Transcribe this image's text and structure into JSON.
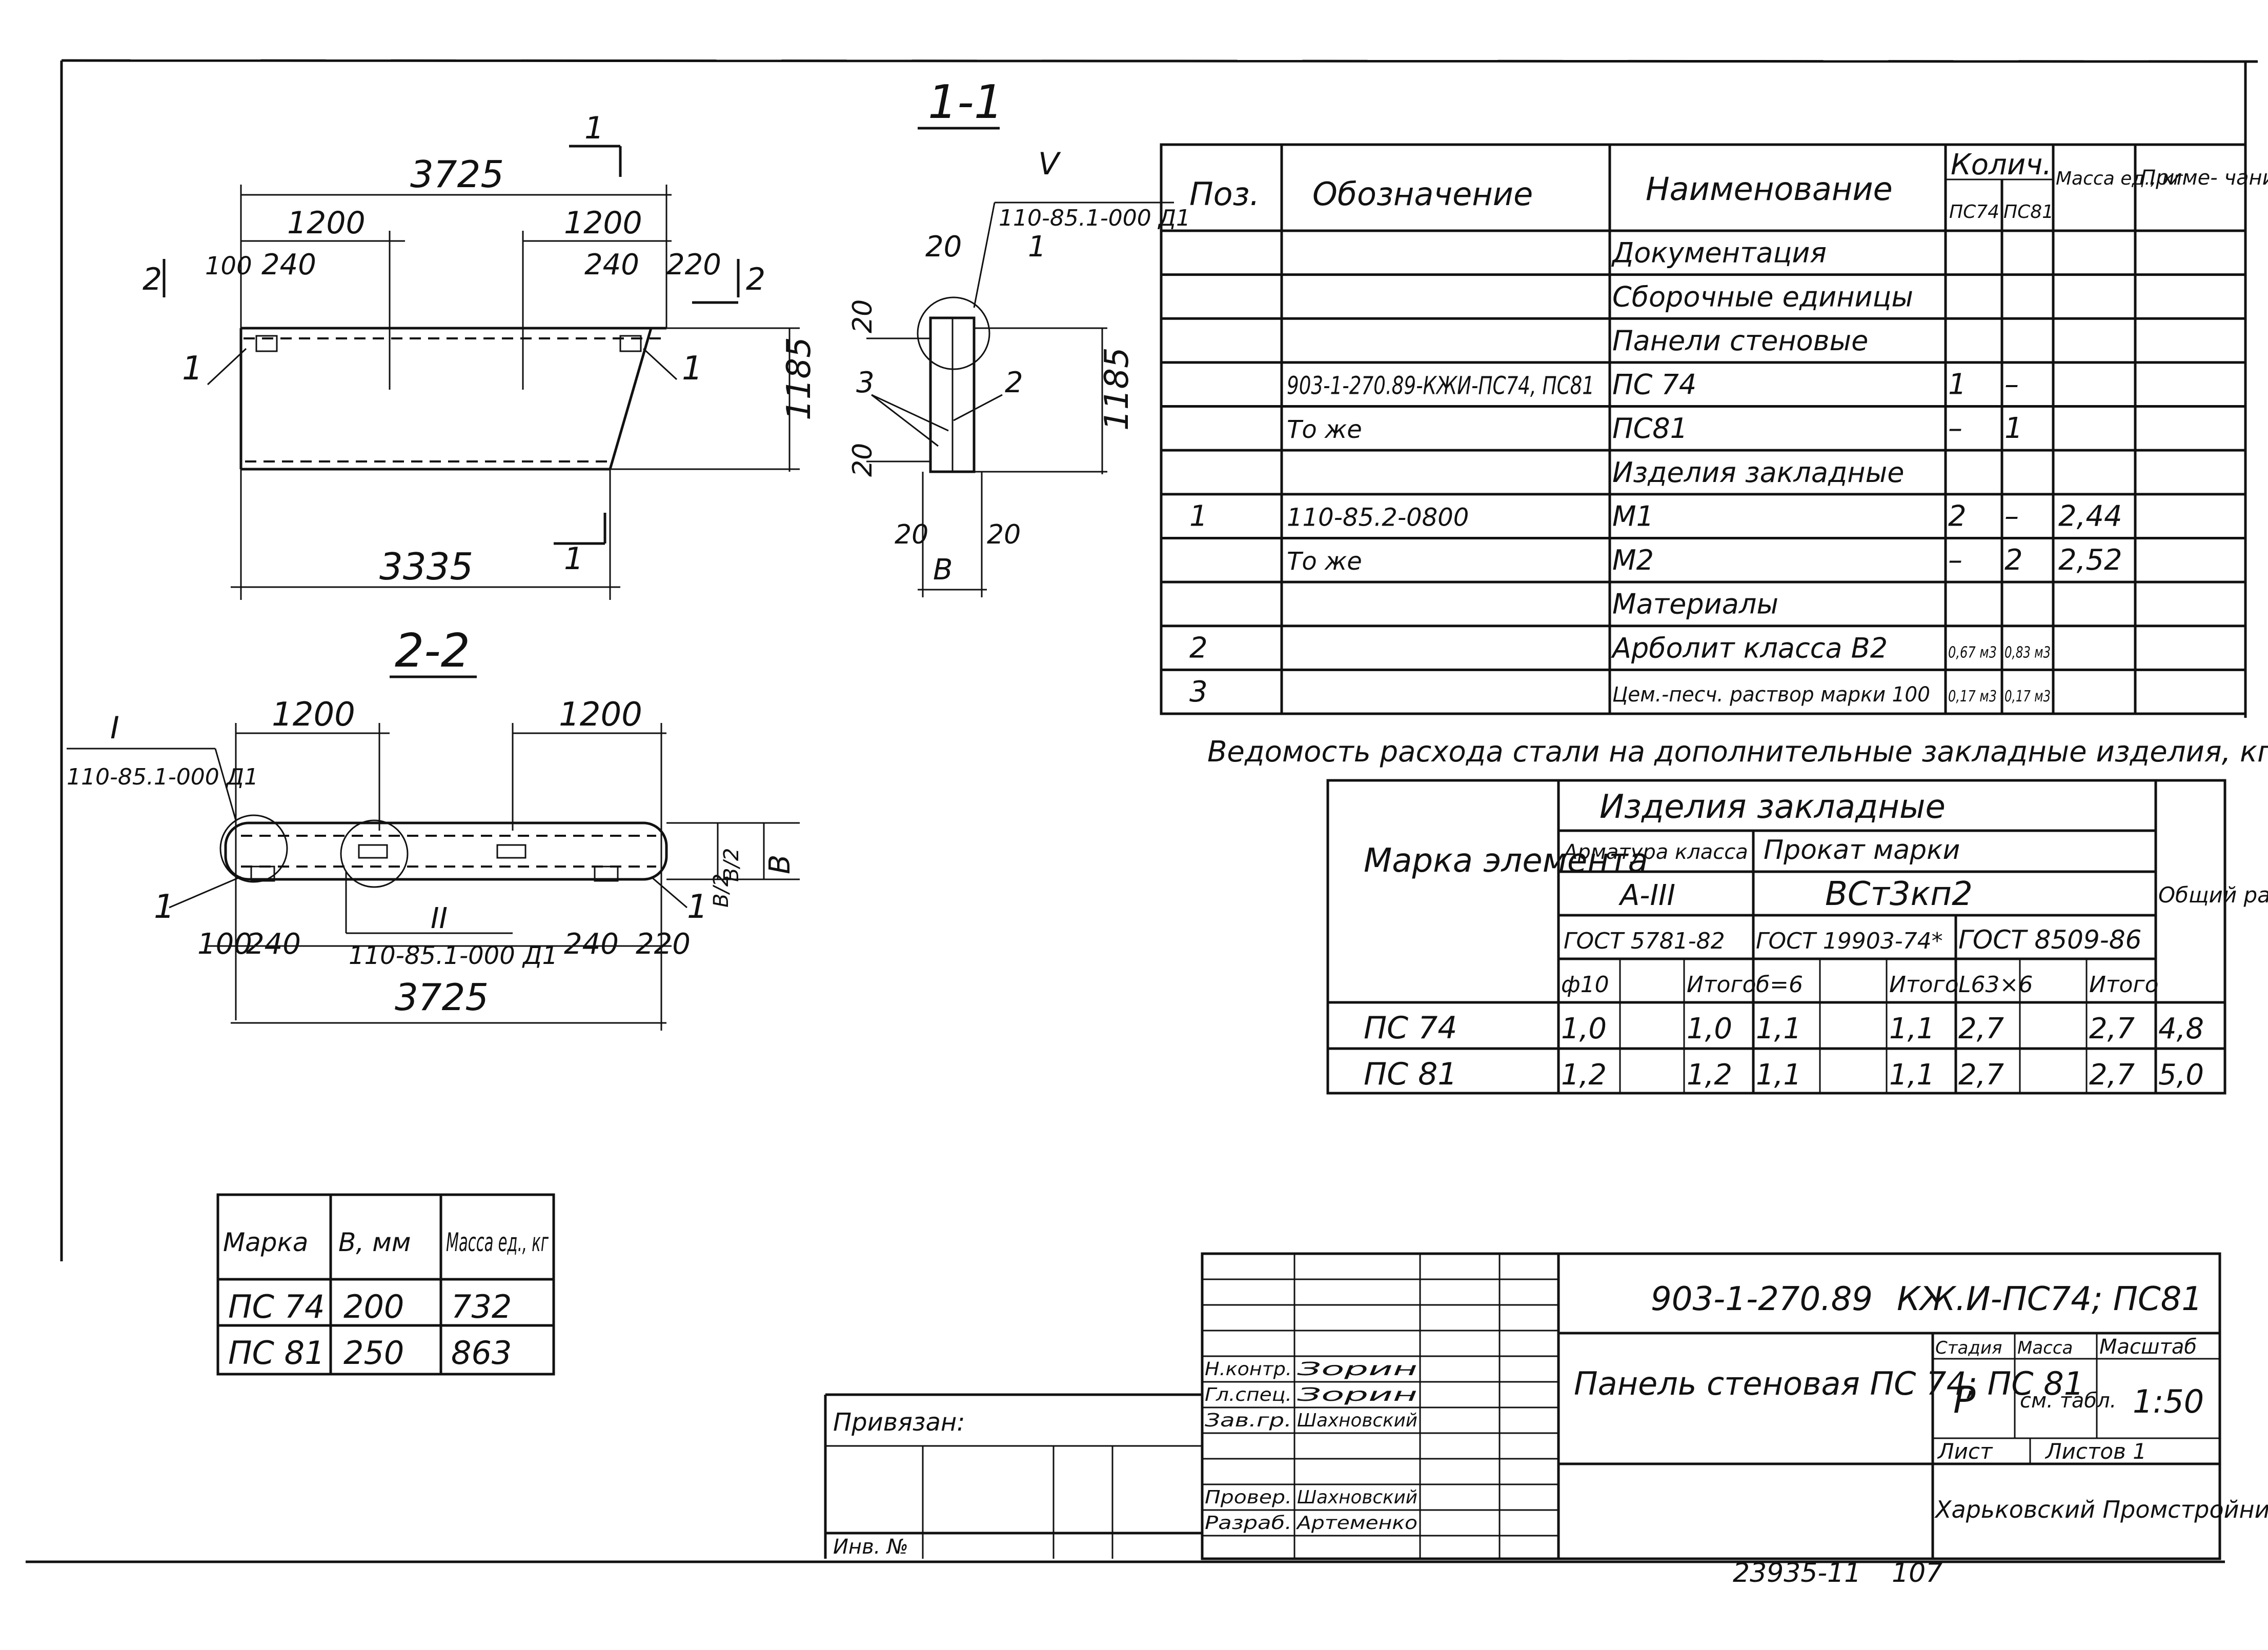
{
  "section_1_1": {
    "title": "1-1",
    "arrow_label": "1",
    "dim_width": "20",
    "dim_offset": "20",
    "dim_height": "1185",
    "dim_side_20": "20",
    "dim_bottom_20": "20",
    "dim_b": "B",
    "callout_pos": "1",
    "leader_2": "2",
    "leader_3": "3",
    "node_ref": "110-85.1-000 Д1",
    "node_mark": "V"
  },
  "elevation": {
    "overall": "3725",
    "left_span": "1200",
    "right_span": "1200",
    "left_100": "100",
    "left_240": "240",
    "right_240": "240",
    "right_220": "220",
    "bottom": "3335",
    "height": "1185",
    "pos_left": "1",
    "pos_right": "1",
    "cut_2_left": "2",
    "cut_2_right": "2",
    "cut_1_top": "1",
    "cut_1_bottom": "1"
  },
  "section_2_2": {
    "title": "2-2",
    "left_span": "1200",
    "right_span": "1200",
    "node_left_mark": "I",
    "node_left_ref": "110-85.1-000 Д1",
    "node_center_mark": "II",
    "node_center_ref": "110-85.1-000 Д1",
    "dim_100": "100",
    "dim_240_l": "240",
    "dim_240_r": "240",
    "dim_220": "220",
    "overall": "3725",
    "b_half_1": "B/2",
    "b_half_2": "B/2",
    "b": "B",
    "pos_left": "1",
    "pos_right": "1"
  },
  "spec_table": {
    "headers": {
      "pos": "Поз.",
      "designation": "Обозначение",
      "name": "Наименование",
      "qty": "Колич.",
      "qty_pc74": "ПС74",
      "qty_pc81": "ПС81",
      "mass": "Масса ед., кг",
      "note": "Приме- чание"
    },
    "rows": [
      {
        "pos": "",
        "designation": "",
        "name": "Документация",
        "q1": "",
        "q2": "",
        "mass": "",
        "note": ""
      },
      {
        "pos": "",
        "designation": "",
        "name": "Сборочные единицы",
        "q1": "",
        "q2": "",
        "mass": "",
        "note": ""
      },
      {
        "pos": "",
        "designation": "",
        "name": "Панели стеновые",
        "q1": "",
        "q2": "",
        "mass": "",
        "note": ""
      },
      {
        "pos": "",
        "designation": "903-1-270.89-КЖИ-ПС74, ПС81",
        "name": "ПС 74",
        "q1": "1",
        "q2": "–",
        "mass": "",
        "note": ""
      },
      {
        "pos": "",
        "designation": "То же",
        "name": "ПС81",
        "q1": "–",
        "q2": "1",
        "mass": "",
        "note": ""
      },
      {
        "pos": "",
        "designation": "",
        "name": "Изделия закладные",
        "q1": "",
        "q2": "",
        "mass": "",
        "note": ""
      },
      {
        "pos": "1",
        "designation": "110-85.2-0800",
        "name": "М1",
        "q1": "2",
        "q2": "–",
        "mass": "2,44",
        "note": ""
      },
      {
        "pos": "",
        "designation": "То же",
        "name": "М2",
        "q1": "–",
        "q2": "2",
        "mass": "2,52",
        "note": ""
      },
      {
        "pos": "",
        "designation": "",
        "name": "Материалы",
        "q1": "",
        "q2": "",
        "mass": "",
        "note": ""
      },
      {
        "pos": "2",
        "designation": "",
        "name": "Арболит класса В2",
        "q1": "0,67 м3",
        "q2": "0,83 м3",
        "mass": "",
        "note": ""
      },
      {
        "pos": "3",
        "designation": "",
        "name": "Цем.-песч. раствор марки 100",
        "q1": "0,17 м3",
        "q2": "0,17 м3",
        "mass": "",
        "note": ""
      }
    ]
  },
  "steel_table": {
    "title": "Ведомость расхода стали на дополнительные закладные изделия, кг",
    "mark_header": "Марка элемента",
    "group_header": "Изделия закладные",
    "armatura": "Арматура класса",
    "prokat": "Прокат марки",
    "a3": "А-III",
    "steel": "ВСт3кп2",
    "gost1": "ГОСТ 5781-82",
    "gost2": "ГОСТ 19903-74*",
    "gost3": "ГОСТ 8509-86",
    "total_header": "Общий расход",
    "sub": [
      "ф10",
      "",
      "Итого",
      "б=6",
      "",
      "Итого",
      "L63×6",
      "",
      "Итого"
    ],
    "rows": [
      {
        "mark": "ПС 74",
        "c": [
          "1,0",
          "",
          "1,0",
          "1,1",
          "",
          "1,1",
          "2,7",
          "",
          "2,7"
        ],
        "total": "4,8"
      },
      {
        "mark": "ПС 81",
        "c": [
          "1,2",
          "",
          "1,2",
          "1,1",
          "",
          "1,1",
          "2,7",
          "",
          "2,7"
        ],
        "total": "5,0"
      }
    ]
  },
  "mass_table": {
    "headers": [
      "Марка",
      "В, мм",
      "Масса ед., кг"
    ],
    "rows": [
      [
        "ПС 74",
        "200",
        "732"
      ],
      [
        "ПС 81",
        "250",
        "863"
      ]
    ]
  },
  "title_block": {
    "code": "903-1-270.89",
    "sheet_code": "КЖ.И-ПС74; ПС81",
    "title": "Панель стеновая ПС 74; ПС 81",
    "stage_label": "Стадия",
    "mass_label": "Масса",
    "scale_label": "Масштаб",
    "stage": "Р",
    "mass": "см. табл.",
    "scale": "1:50",
    "sheet_label": "Лист",
    "sheets_label": "Листов 1",
    "org": "Харьковский Промстройниипроект",
    "bound": "Привязан:",
    "inv": "Инв. №",
    "roles": [
      {
        "role": "Н.контр.",
        "name": "Зорин"
      },
      {
        "role": "Гл.спец.",
        "name": "Зорин"
      },
      {
        "role": "Зав.гр.",
        "name": "Шахновский"
      },
      {
        "role": "Провер.",
        "name": "Шахновский"
      },
      {
        "role": "Разраб.",
        "name": "Артеменко"
      }
    ],
    "archive": "23935-11",
    "page": "107"
  }
}
